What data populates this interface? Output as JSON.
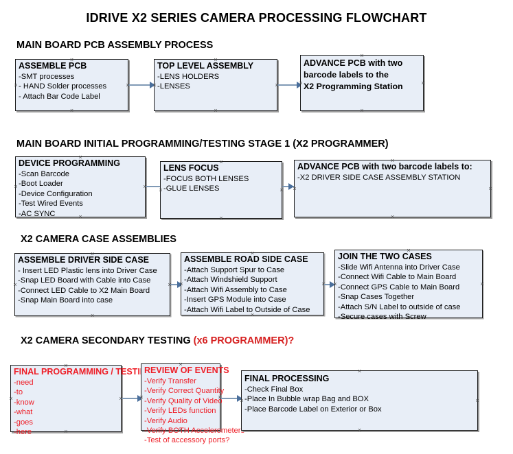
{
  "document": {
    "title": "IDRIVE X2  SERIES CAMERA PROCESSING FLOWCHART"
  },
  "colors": {
    "box_fill": "#e8eef7",
    "box_border": "#1a1a1a",
    "connector": "#7f99b5",
    "arrow": "#4a6f9c",
    "red_text": "#ee1c25",
    "red_heading": "#d62020"
  },
  "sections": [
    {
      "id": "main-board-pcb-assembly-process",
      "heading": "MAIN BOARD PCB ASSEMBLY PROCESS",
      "heading_suffix": "",
      "boxes": [
        {
          "id": "assemble-pcb",
          "title": "ASSEMBLE PCB",
          "items": [
            "-SMT processes",
            "- HAND Solder processes",
            "- Attach Bar Code Label"
          ]
        },
        {
          "id": "top-level-assembly",
          "title": "TOP LEVEL ASSEMBLY",
          "items": [
            "-LENS HOLDERS",
            "-LENSES"
          ]
        },
        {
          "id": "advance-pcb-to-x2-programming-station",
          "title": "ADVANCE PCB with two",
          "items": [
            "barcode labels to the",
            " X2 Programming Station"
          ]
        }
      ]
    },
    {
      "id": "main-board-initial-programming-testing-stage-1",
      "heading": "MAIN BOARD INITIAL PROGRAMMING/TESTING STAGE 1 (X2 PROGRAMMER)",
      "heading_suffix": "",
      "boxes": [
        {
          "id": "device-programming",
          "title": "DEVICE PROGRAMMING",
          "items": [
            "-Scan Barcode",
            "-Boot Loader",
            "-Device Configuration",
            "-Test Wired Events",
            "-AC SYNC"
          ]
        },
        {
          "id": "lens-focus",
          "title": "LENS FOCUS",
          "items": [
            "-FOCUS BOTH LENSES",
            "-GLUE LENSES"
          ]
        },
        {
          "id": "advance-pcb-to-driver-side-case-assembly",
          "title": "ADVANCE PCB with two barcode labels to:",
          "items": [
            "-X2 DRIVER  SIDE  CASE  ASSEMBLY STATION"
          ]
        }
      ]
    },
    {
      "id": "x2-camera-case-assemblies",
      "heading": "X2 CAMERA CASE ASSEMBLIES",
      "heading_suffix": "",
      "boxes": [
        {
          "id": "assemble-driver-side-case",
          "title": "ASSEMBLE DRIVER SIDE CASE",
          "items": [
            "- Insert LED Plastic lens into Driver Case",
            "-Snap LED Board with Cable into Case",
            "-Connect LED Cable to X2 Main Board",
            "-Snap Main Board into case"
          ]
        },
        {
          "id": "assemble-road-side-case",
          "title": "ASSEMBLE ROAD SIDE CASE",
          "items": [
            "-Attach Support Spur to Case",
            "-Attach Windshield Support",
            "-Attach Wifi Assembly to Case",
            "-Insert GPS Module into Case",
            "-Attach Wifi Label to Outside of Case"
          ]
        },
        {
          "id": "join-the-two-cases",
          "title": "JOIN THE TWO CASES",
          "items": [
            "-Slide Wifi Antenna into Driver Case",
            "-Connect Wifi Cable to Main Board",
            "-Connect GPS Cable to Main Board",
            "-Snap Cases Together",
            "-Attach S/N Label to outside of case",
            "-Secure cases with Screw"
          ]
        }
      ]
    },
    {
      "id": "x2-camera-secondary-testing",
      "heading": "X2 CAMERA SECONDARY TESTING ",
      "heading_suffix": "(x6 PROGRAMMER)?",
      "boxes": [
        {
          "id": "final-programming-testing",
          "title": "FINAL PROGRAMMING / TESTING",
          "items": [
            "-need",
            "-to",
            "-know",
            "-what",
            "-goes",
            "-here"
          ]
        },
        {
          "id": "review-of-events",
          "title": "REVIEW OF EVENTS",
          "items": [
            "-Verify Transfer",
            "-Verify Correct Quantity",
            "-Verify Quality of Video",
            "-Verify LEDs function",
            "-Verify Audio",
            "-Verify BOTH Accelerometers",
            "-Test of accessory ports?"
          ]
        },
        {
          "id": "final-processing",
          "title": "FINAL PROCESSING",
          "items": [
            " -Check Final Box",
            "-Place In Bubble wrap Bag and BOX",
            "-Place Barcode Label on Exterior or Box"
          ]
        }
      ]
    }
  ]
}
